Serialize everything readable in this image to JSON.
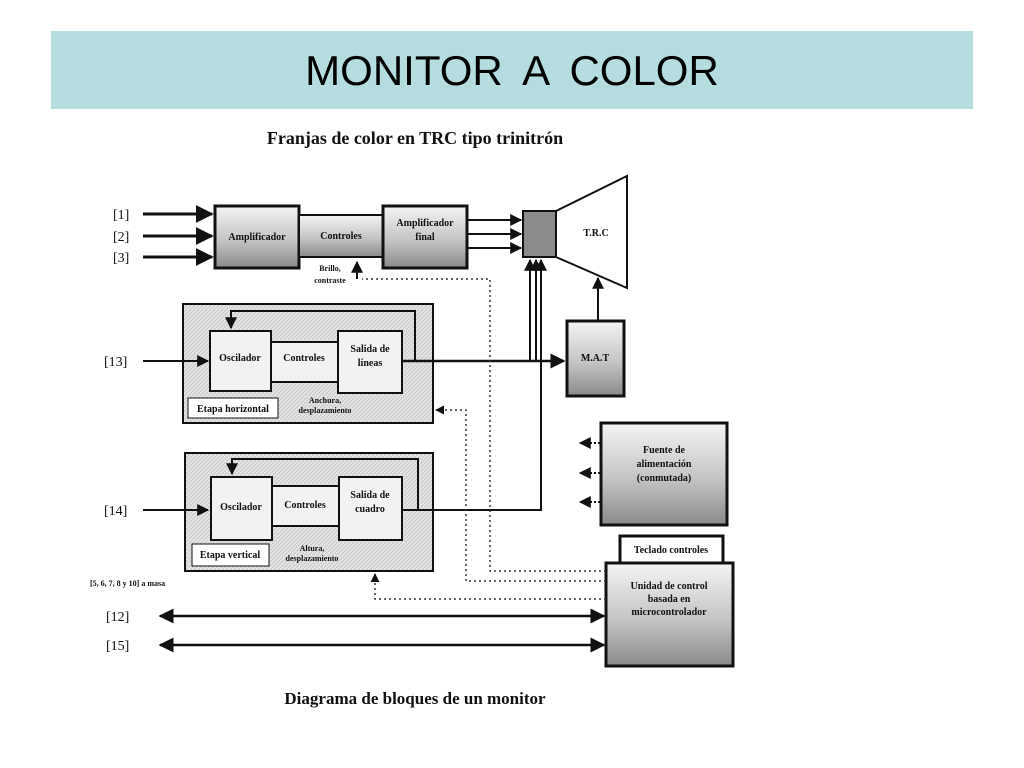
{
  "slide": {
    "title": "MONITOR A COLOR",
    "subtitle": "Franjas de color en TRC tipo trinitrón",
    "caption": "Diagrama de bloques de un monitor"
  },
  "inputs": {
    "in1": "[1]",
    "in2": "[2]",
    "in3": "[3]",
    "in13": "[13]",
    "in14": "[14]",
    "in12": "[12]",
    "in15": "[15]",
    "ground": "[5, 6, 7, 8 y 10] a masa"
  },
  "blocks": {
    "amplificador": "Amplificador",
    "controles_video": "Controles",
    "amp_final_1": "Amplificador",
    "amp_final_2": "final",
    "trc": "T.R.C",
    "mat": "M.A.T",
    "osc_h": "Oscilador",
    "ctrl_h": "Controles",
    "salida_lineas_1": "Salida de",
    "salida_lineas_2": "líneas",
    "etapa_h": "Etapa horizontal",
    "osc_v": "Oscilador",
    "ctrl_v": "Controles",
    "salida_cuadro_1": "Salida de",
    "salida_cuadro_2": "cuadro",
    "etapa_v": "Etapa vertical",
    "fuente_1": "Fuente de",
    "fuente_2": "alimentación",
    "fuente_3": "(conmutada)",
    "teclado": "Teclado controles",
    "unidad_1": "Unidad de control",
    "unidad_2": "basada en",
    "unidad_3": "microcontrolador"
  },
  "annotations": {
    "brillo_1": "Brillo,",
    "brillo_2": "contraste",
    "anchura_1": "Anchura,",
    "anchura_2": "desplazamiento",
    "altura_1": "Altura,",
    "altura_2": "desplazamiento"
  },
  "colors": {
    "banner": "#b5dde0",
    "block_gradient_light": "#f4f4f4",
    "block_gradient_dark": "#8a8a8a",
    "stage_fill": "#e2e2e2",
    "trc_square": "#8c8c8c"
  }
}
